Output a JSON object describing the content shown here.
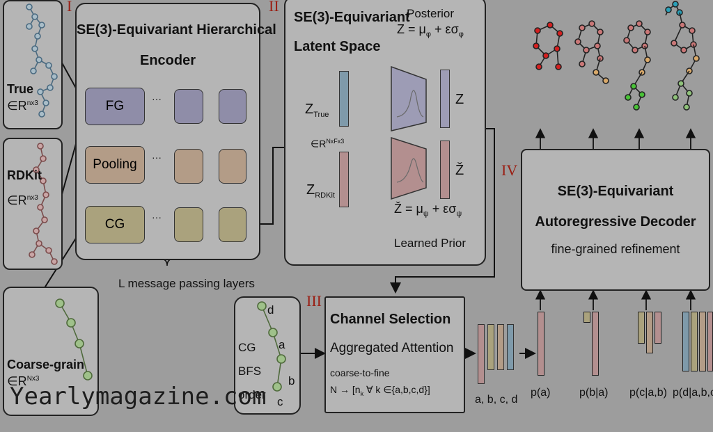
{
  "sections": {
    "encoder": {
      "roman": "I",
      "title_line1": "SE(3)-Equivariant Hierarchical",
      "title_line2": "Encoder",
      "fg": "FG",
      "pooling": "Pooling",
      "cg": "CG",
      "dots": "···",
      "layers_caption": "L message passing layers"
    },
    "latent": {
      "roman": "II",
      "title_line1": "SE(3)-Equivariant",
      "title_line2": "Latent Space",
      "posterior_label": "Posterior",
      "posterior_formula": "Z = μ",
      "posterior_sub": "φ",
      "posterior_tail": " + εσ",
      "posterior_tail_sub": "φ",
      "z_true": "Z",
      "z_true_sub": "True",
      "in_r": "∈R",
      "in_r_sup": "NxFx3",
      "z_rdkit": "Z",
      "z_rdkit_sub": "RDKit",
      "z_out": "Z",
      "z_check_out": "Ž",
      "prior_formula": "Ž = μ",
      "prior_sub": "ψ",
      "prior_tail": " + εσ",
      "prior_tail_sub": "ψ",
      "prior_label": "Learned Prior"
    },
    "channel": {
      "roman": "III",
      "title": "Channel Selection",
      "subtitle": "Aggregated Attention",
      "note": "coarse-to-fine",
      "mapping": "N → [n",
      "mapping_sub": "k",
      "mapping_tail": " ∀ k ∈{a,b,c,d}]",
      "cg_label": "CG",
      "bfs_label": "BFS",
      "order_label": "order",
      "nodes": [
        "d",
        "a",
        "b",
        "c"
      ],
      "abcd_label": "a, b, c, d"
    },
    "decoder": {
      "roman": "IV",
      "title_line1": "SE(3)-Equivariant",
      "title_line2": "Autoregressive Decoder",
      "subtitle": "fine-grained refinement",
      "probs": [
        "p(a)",
        "p(b|a)",
        "p(c|a,b)",
        "p(d|a,b,c)"
      ]
    }
  },
  "inputs": [
    {
      "label": "True",
      "space": "∈R",
      "sup": "nx3"
    },
    {
      "label": "RDKit",
      "space": "∈R",
      "sup": "nx3"
    },
    {
      "label": "Coarse-grain",
      "space": "∈R",
      "sup": "Nx3"
    }
  ],
  "watermark": "Yearlymagazine.com",
  "colors": {
    "background": "#9d9d9d",
    "panel": "#b5b5b5",
    "roman": "#9a1f14",
    "fg_box": "#8f8da8",
    "pool_box": "#b39c87",
    "cg_box": "#aaa27d",
    "z_true_bar": "#7f9aaa",
    "z_rdkit_bar": "#b38f8f",
    "z_bar": "#9d9cb5"
  }
}
